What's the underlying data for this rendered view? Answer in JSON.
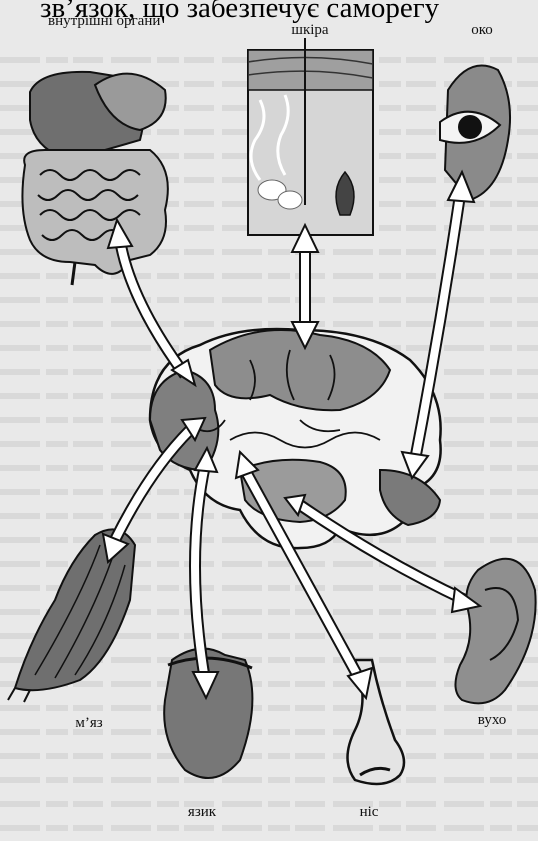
{
  "caption": "зв’язок, що забезпечує саморегу",
  "labels": {
    "internal_organs": "внутрішні органи",
    "skin": "шкіра",
    "eye": "око",
    "muscle": "м’яз",
    "ear": "вухо",
    "tongue": "язик",
    "nose": "ніс"
  },
  "colors": {
    "background": "#e9e9e9",
    "organ_fill": "#8d8d8d",
    "arrow_fill": "#ffffff",
    "stroke": "#111111"
  }
}
